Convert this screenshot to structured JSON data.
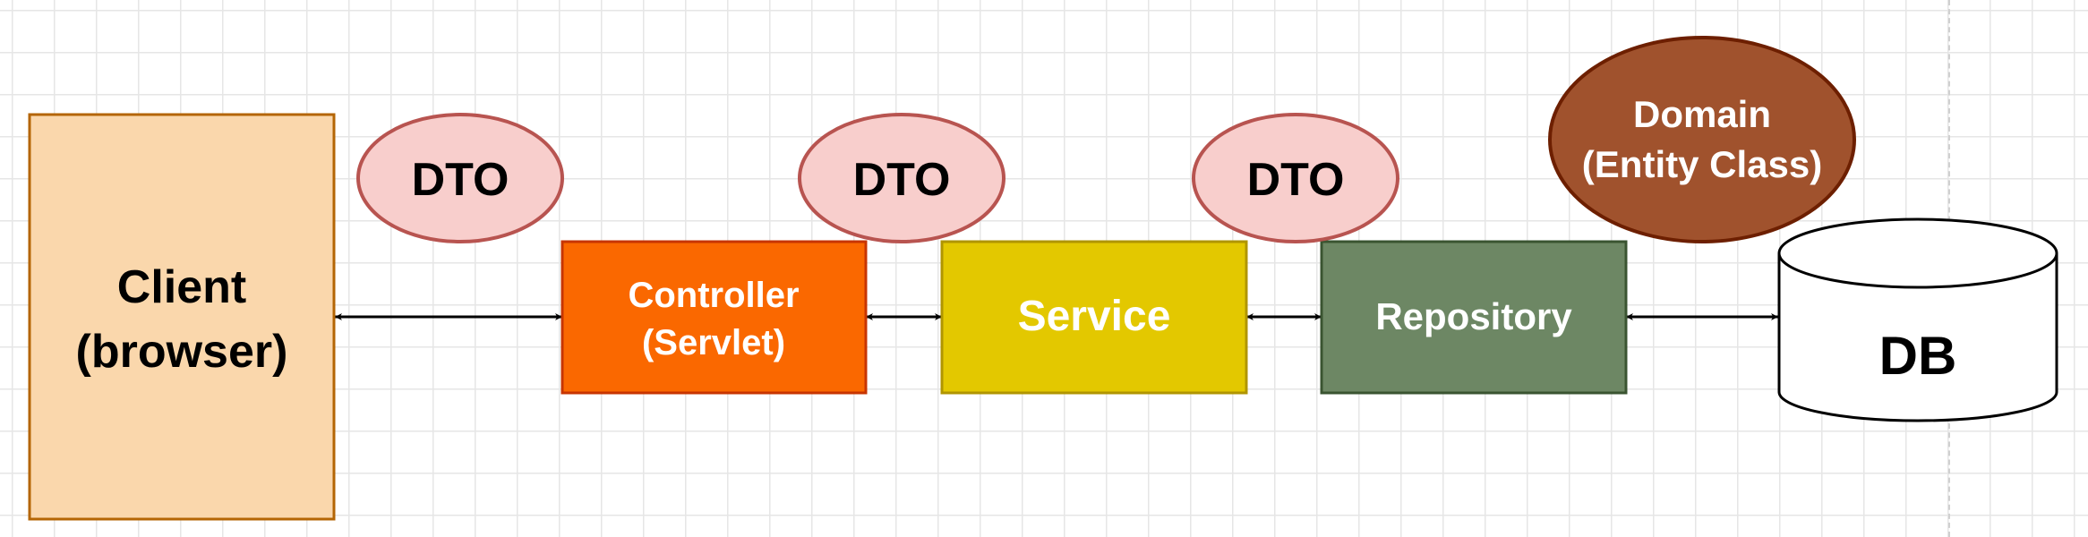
{
  "nodes": {
    "client": {
      "line1": "Client",
      "line2": "(browser)"
    },
    "controller": {
      "line1": "Controller",
      "line2": "(Servlet)"
    },
    "service": {
      "label": "Service"
    },
    "repository": {
      "label": "Repository"
    },
    "database": {
      "label": "DB"
    },
    "domain": {
      "line1": "Domain",
      "line2": "(Entity Class)"
    },
    "dto_1": {
      "label": "DTO"
    },
    "dto_2": {
      "label": "DTO"
    },
    "dto_3": {
      "label": "DTO"
    }
  },
  "colors": {
    "client_fill": "#fad7ac",
    "client_stroke": "#b46504",
    "controller_fill": "#fa6800",
    "controller_stroke": "#c73500",
    "service_fill": "#e3c800",
    "service_stroke": "#b09500",
    "repository_fill": "#6d8764",
    "repository_stroke": "#3a5431",
    "dto_fill": "#f8cecc",
    "dto_stroke": "#b85450",
    "domain_fill": "#a0522d",
    "domain_stroke": "#6d1f00",
    "db_fill": "#ffffff",
    "db_stroke": "#000000",
    "arrow": "#000000"
  }
}
